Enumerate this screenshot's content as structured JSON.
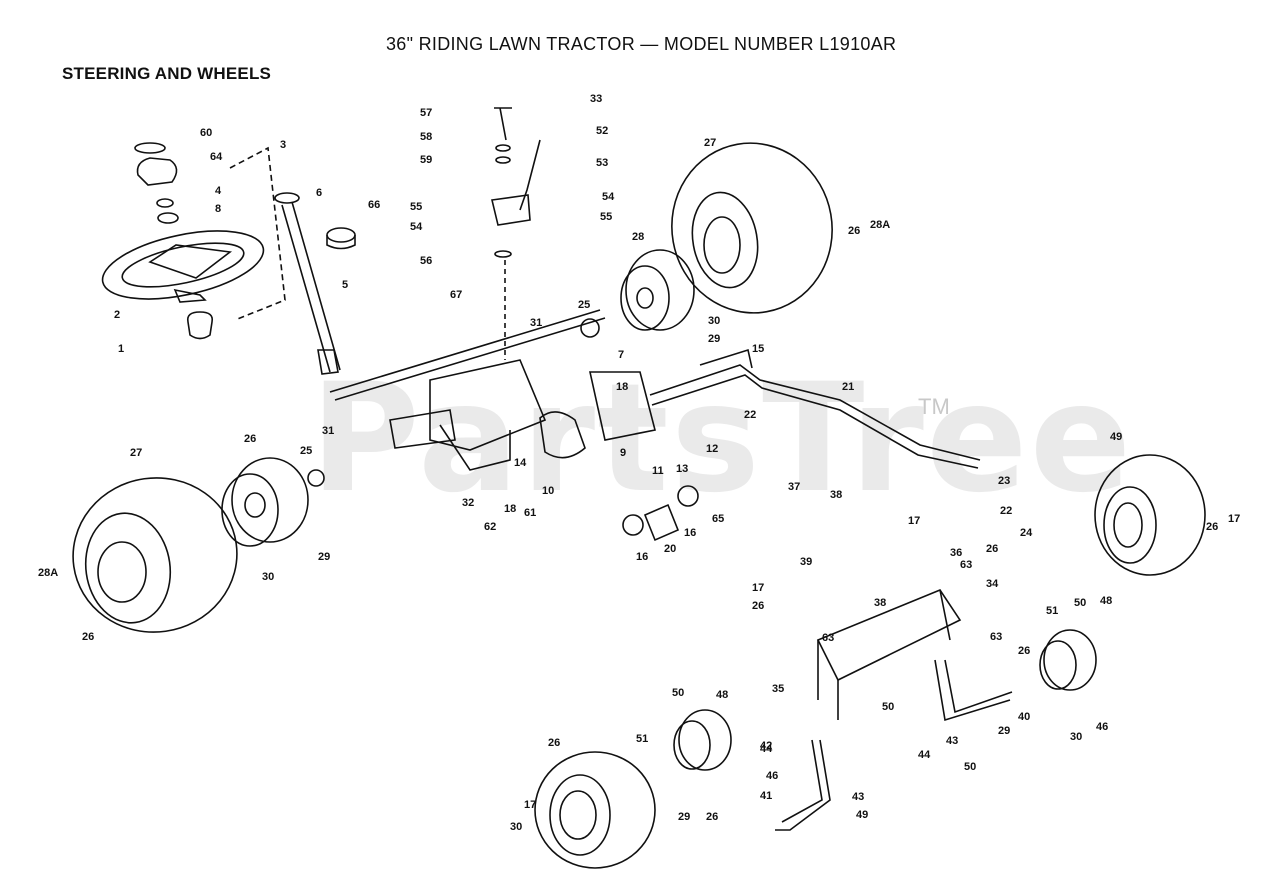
{
  "header": {
    "title": "36\" RIDING LAWN TRACTOR — MODEL NUMBER L1910AR",
    "section": "STEERING AND WHEELS"
  },
  "watermark": {
    "text": "PartsTree",
    "tm": "TM"
  },
  "colors": {
    "ink": "#111111",
    "watermark": "#d9d9d9",
    "background": "#ffffff"
  },
  "callouts": [
    "60",
    "64",
    "4",
    "8",
    "3",
    "6",
    "66",
    "2",
    "1",
    "5",
    "57",
    "58",
    "59",
    "55",
    "54",
    "56",
    "67",
    "33",
    "52",
    "53",
    "55",
    "54",
    "27",
    "26",
    "28A",
    "28",
    "25",
    "30",
    "29",
    "31",
    "7",
    "15",
    "18",
    "21",
    "22",
    "31",
    "26",
    "25",
    "27",
    "28A",
    "26",
    "30",
    "29",
    "32",
    "62",
    "18",
    "61",
    "14",
    "10",
    "11",
    "9",
    "13",
    "12",
    "16",
    "20",
    "16",
    "65",
    "37",
    "38",
    "49",
    "26",
    "17",
    "23",
    "22",
    "17",
    "26",
    "24",
    "36",
    "63",
    "34",
    "39",
    "17",
    "26",
    "38",
    "63",
    "63",
    "35",
    "51",
    "50",
    "48",
    "42",
    "50",
    "26",
    "40",
    "29",
    "30",
    "46",
    "44",
    "43",
    "50",
    "51",
    "50",
    "48",
    "44",
    "46",
    "41",
    "43",
    "49",
    "26",
    "17",
    "30",
    "29",
    "26"
  ]
}
